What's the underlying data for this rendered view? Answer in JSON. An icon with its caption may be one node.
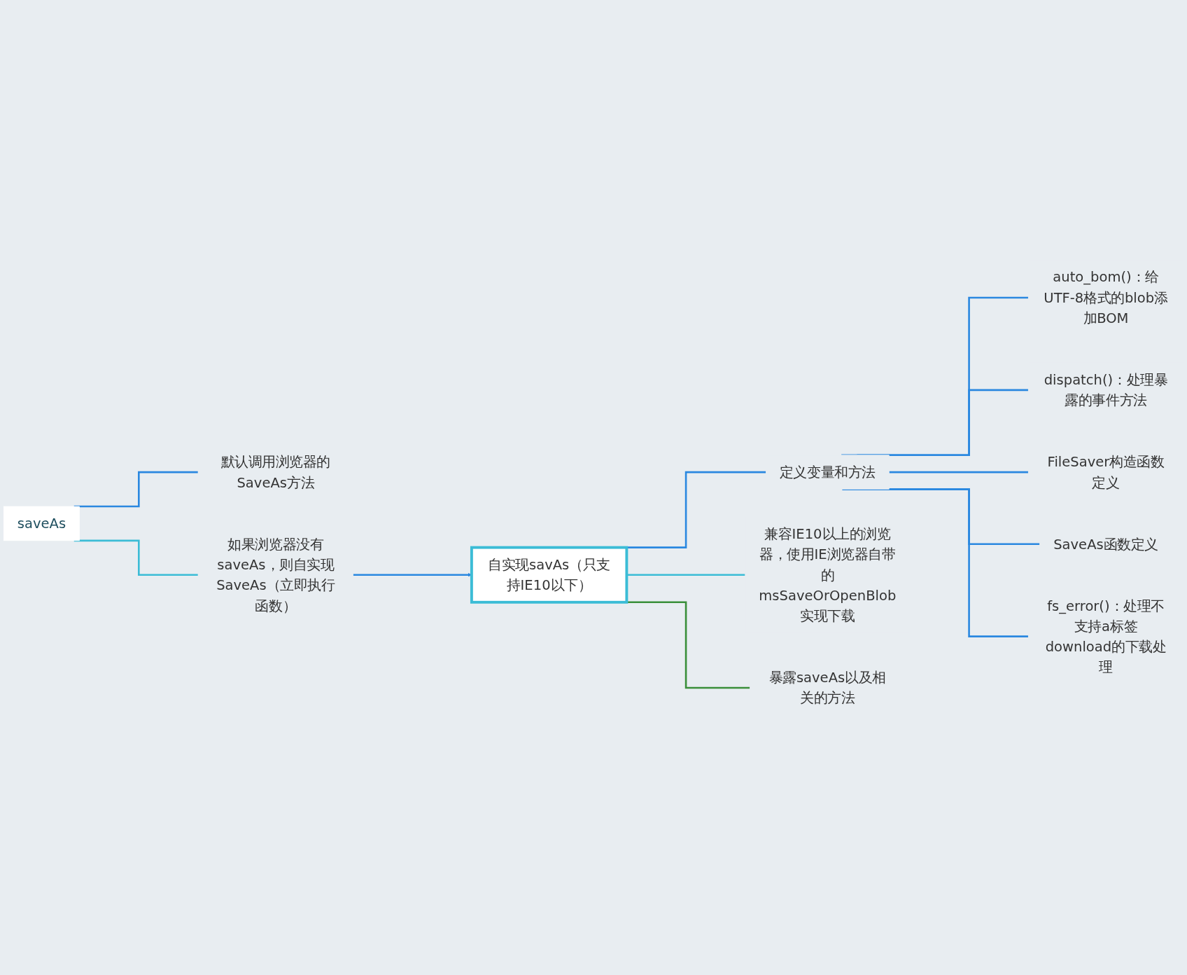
{
  "diagram": {
    "nodes": [
      {
        "text": [
          "saveAs"
        ]
      },
      {
        "text": [
          "默认调用浏览器的SaveAs方法"
        ]
      },
      {
        "text": [
          "如果浏览器没有saveAs，则自实现SaveAs（立即执行函数）"
        ]
      },
      {
        "text": [
          "自实现savAs（只支持IE10以下）"
        ]
      },
      {
        "text": [
          "定义变量和方法"
        ]
      },
      {
        "text": [
          "auto_bom()：给UTF-8格式的blob添加BOM"
        ]
      },
      {
        "text": [
          "dispatch()：处理暴露的事件方法"
        ]
      },
      {
        "text": [
          "FileSaver构造函数定义"
        ]
      },
      {
        "text": [
          "SaveAs函数定义"
        ]
      },
      {
        "text": [
          "fs_error()：处理不支持a标签download的下载处理"
        ]
      },
      {
        "text": [
          "兼容IE10以上的浏览器，使用IE浏览器自带的msSaveOrOpenBlob实现下载"
        ]
      },
      {
        "text": [
          "暴露saveAs以及相关的方法"
        ]
      }
    ],
    "edges": [
      {
        "from": 0,
        "to": 1,
        "arrow": "none"
      },
      {
        "from": 0,
        "to": 2,
        "arrow": "none",
        "color": "#3bbcd6"
      },
      {
        "from": 2,
        "to": 3,
        "arrow": "to"
      },
      {
        "from": 3,
        "to": 4,
        "arrow": "none"
      },
      {
        "from": 4,
        "to": 5,
        "arrow": "none"
      },
      {
        "from": 4,
        "to": 6,
        "arrow": "none"
      },
      {
        "from": 4,
        "to": 7,
        "arrow": "none"
      },
      {
        "from": 4,
        "to": 8,
        "arrow": "none"
      },
      {
        "from": 4,
        "to": 9,
        "arrow": "none"
      },
      {
        "from": 3,
        "to": 10,
        "arrow": "none",
        "color": "#3bbcd6"
      },
      {
        "from": 3,
        "to": 11,
        "arrow": "none",
        "color": "#3a8f3a"
      }
    ]
  }
}
